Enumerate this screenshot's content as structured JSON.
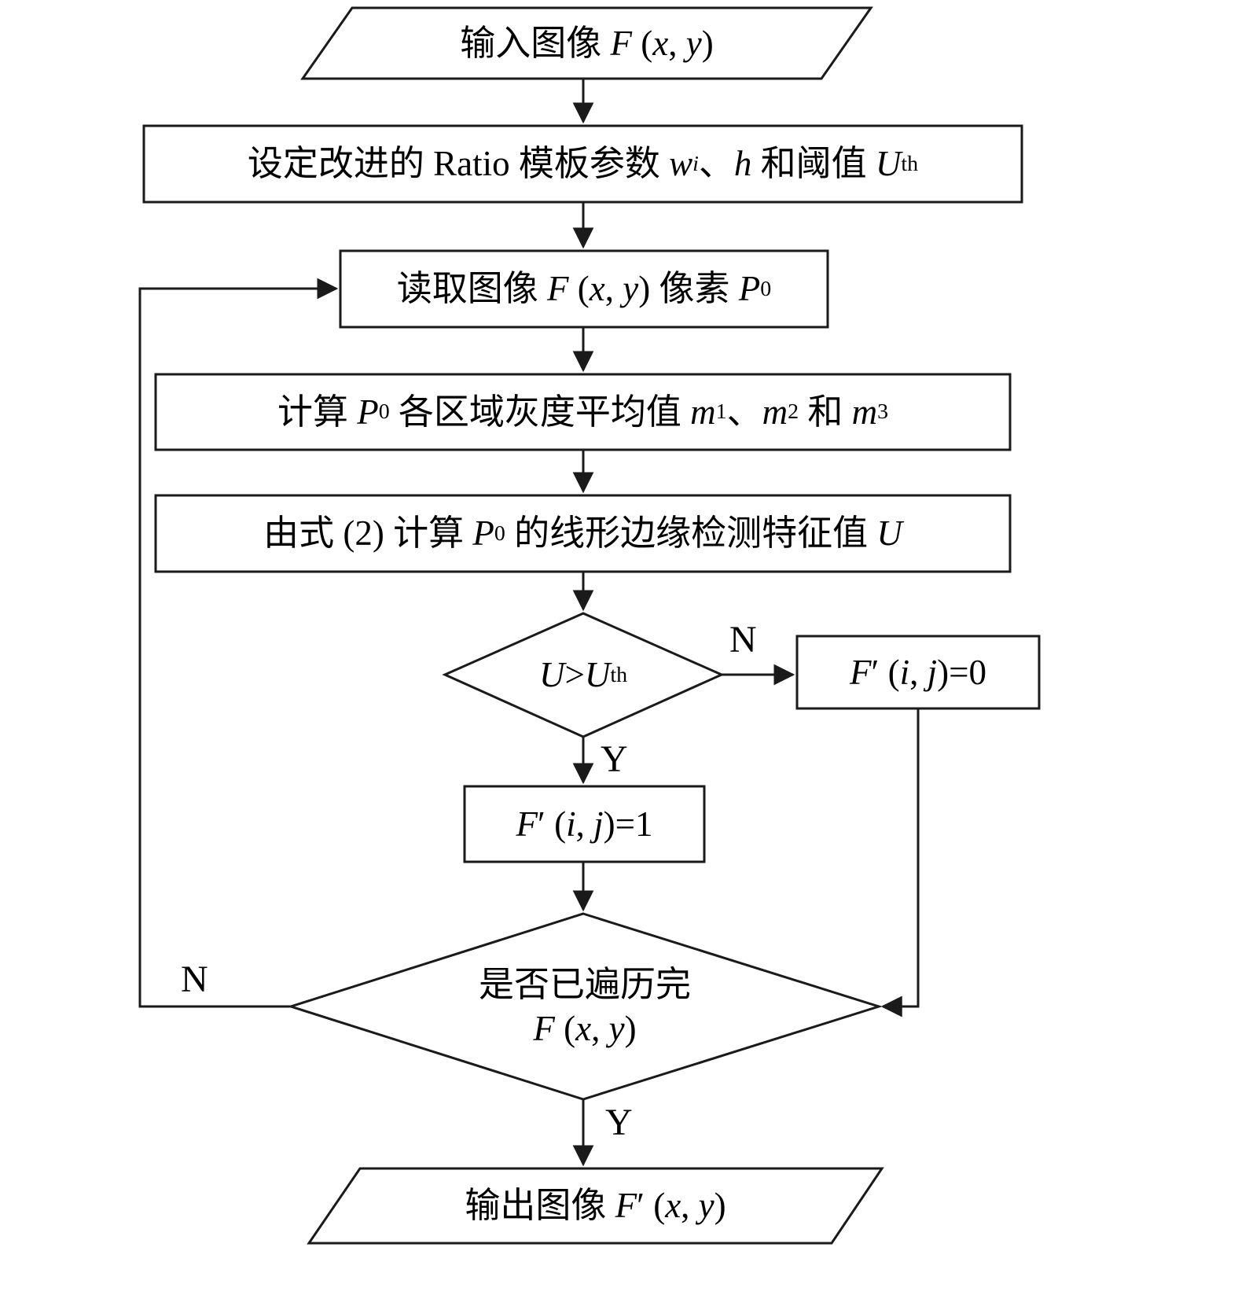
{
  "diagram": {
    "colors": {
      "stroke": "#1a1a1a",
      "fill": "#ffffff",
      "text": "#000000"
    },
    "nodes": {
      "input_image": {
        "shape": "parallelogram",
        "parts": [
          {
            "t": "输入图像 "
          },
          {
            "t": "F",
            "i": true
          },
          {
            "t": " ("
          },
          {
            "t": "x",
            "i": true
          },
          {
            "t": ", "
          },
          {
            "t": "y",
            "i": true
          },
          {
            "t": ")"
          }
        ]
      },
      "set_params": {
        "shape": "process",
        "parts": [
          {
            "t": "设定改进的 Ratio 模板参数 "
          },
          {
            "t": "w",
            "i": true
          },
          {
            "t": "i",
            "i": true,
            "sub": true
          },
          {
            "t": "、"
          },
          {
            "t": "h",
            "i": true
          },
          {
            "t": " 和阈值 "
          },
          {
            "t": "U",
            "i": true
          },
          {
            "t": "th",
            "sub": true
          }
        ]
      },
      "read_pixel": {
        "shape": "process",
        "parts": [
          {
            "t": "读取图像 "
          },
          {
            "t": "F",
            "i": true
          },
          {
            "t": " ("
          },
          {
            "t": "x",
            "i": true
          },
          {
            "t": ", "
          },
          {
            "t": "y",
            "i": true
          },
          {
            "t": ") 像素 "
          },
          {
            "t": "P",
            "i": true
          },
          {
            "t": "0",
            "sub": true
          }
        ]
      },
      "compute_means": {
        "shape": "process",
        "parts": [
          {
            "t": "计算 "
          },
          {
            "t": "P",
            "i": true
          },
          {
            "t": "0",
            "sub": true
          },
          {
            "t": " 各区域灰度平均值 "
          },
          {
            "t": "m",
            "i": true
          },
          {
            "t": "1",
            "sub": true
          },
          {
            "t": "、"
          },
          {
            "t": "m",
            "i": true
          },
          {
            "t": "2",
            "sub": true
          },
          {
            "t": " 和 "
          },
          {
            "t": "m",
            "i": true
          },
          {
            "t": "3",
            "sub": true
          }
        ]
      },
      "compute_feature": {
        "shape": "process",
        "parts": [
          {
            "t": "由式 (2) 计算 "
          },
          {
            "t": "P",
            "i": true
          },
          {
            "t": "0",
            "sub": true
          },
          {
            "t": " 的线形边缘检测特征值 "
          },
          {
            "t": "U",
            "i": true
          }
        ]
      },
      "threshold_decision": {
        "shape": "decision",
        "parts": [
          {
            "t": "U",
            "i": true
          },
          {
            "t": ">"
          },
          {
            "t": "U",
            "i": true
          },
          {
            "t": "th",
            "sub": true
          }
        ]
      },
      "set_zero": {
        "shape": "process",
        "parts": [
          {
            "t": "F",
            "i": true
          },
          {
            "t": "′"
          },
          {
            "t": " ("
          },
          {
            "t": "i",
            "i": true
          },
          {
            "t": ", "
          },
          {
            "t": "j",
            "i": true
          },
          {
            "t": ")=0"
          }
        ]
      },
      "set_one": {
        "shape": "process",
        "parts": [
          {
            "t": "F",
            "i": true
          },
          {
            "t": "′"
          },
          {
            "t": " ("
          },
          {
            "t": "i",
            "i": true
          },
          {
            "t": ", "
          },
          {
            "t": "j",
            "i": true
          },
          {
            "t": ")=1"
          }
        ]
      },
      "traverse_decision": {
        "shape": "decision",
        "line1": "是否已遍历完",
        "line2_parts": [
          {
            "t": "F",
            "i": true
          },
          {
            "t": " ("
          },
          {
            "t": "x",
            "i": true
          },
          {
            "t": ", "
          },
          {
            "t": "y",
            "i": true
          },
          {
            "t": ")"
          }
        ]
      },
      "output_image": {
        "shape": "parallelogram",
        "parts": [
          {
            "t": "输出图像 "
          },
          {
            "t": "F",
            "i": true
          },
          {
            "t": "′"
          },
          {
            "t": " ("
          },
          {
            "t": "x",
            "i": true
          },
          {
            "t": ", "
          },
          {
            "t": "y",
            "i": true
          },
          {
            "t": ")"
          }
        ]
      }
    },
    "edge_labels": {
      "u_no": "N",
      "u_yes": "Y",
      "traverse_no": "N",
      "traverse_yes": "Y"
    }
  }
}
